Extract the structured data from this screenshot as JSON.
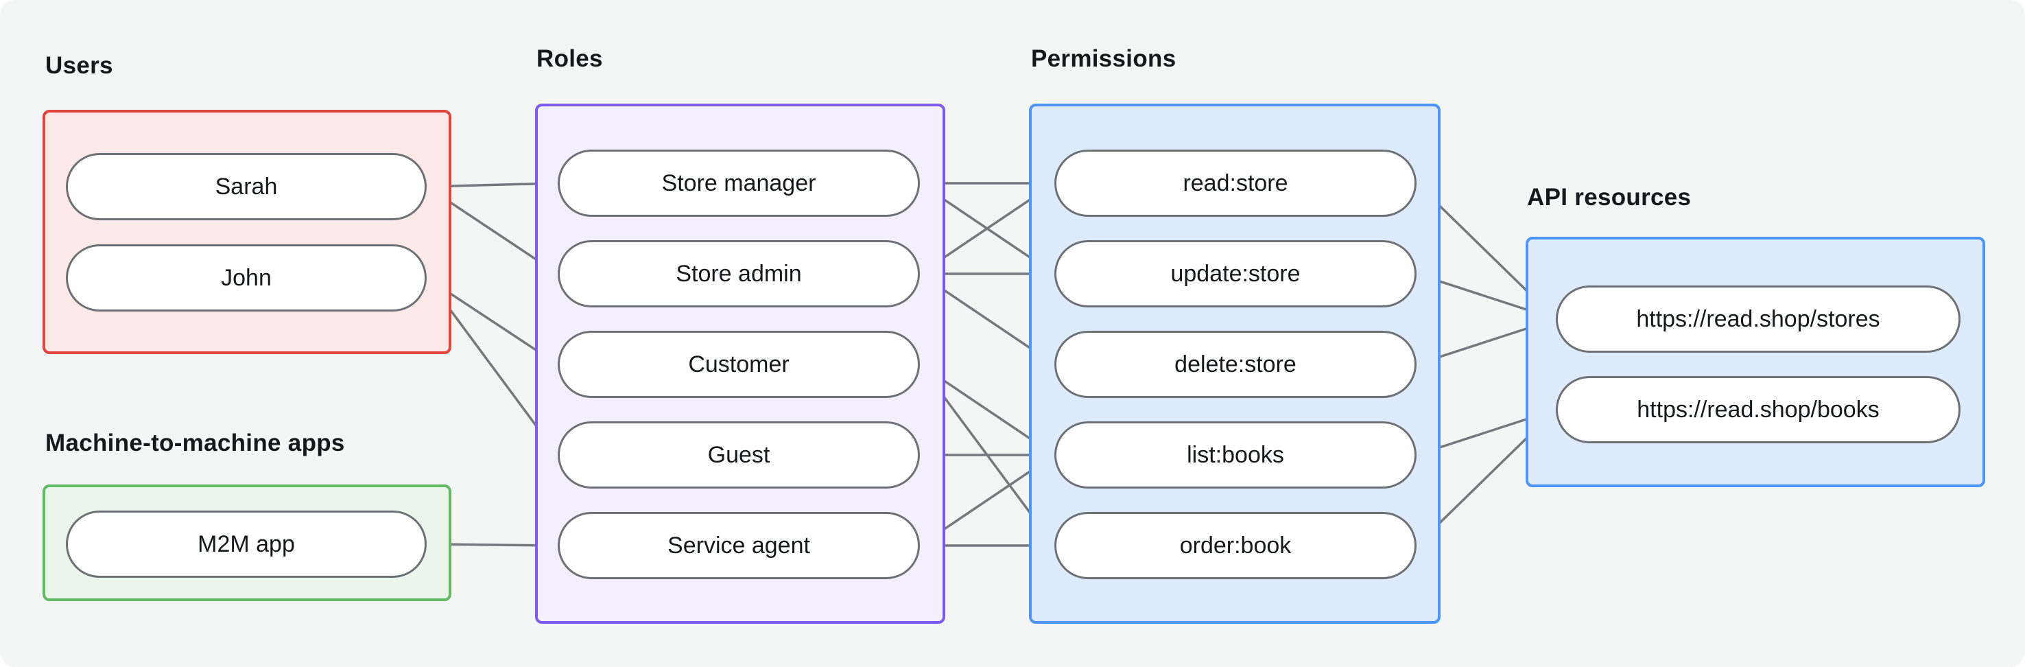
{
  "diagram": {
    "title_implied": "RBAC diagram",
    "sections": [
      {
        "id": "users",
        "title": "Users",
        "nodes": [
          {
            "id": "sarah",
            "label": "Sarah"
          },
          {
            "id": "john",
            "label": "John"
          }
        ]
      },
      {
        "id": "m2m",
        "title": "Machine-to-machine apps",
        "nodes": [
          {
            "id": "m2m_app",
            "label": "M2M app"
          }
        ]
      },
      {
        "id": "roles",
        "title": "Roles",
        "nodes": [
          {
            "id": "store_manager",
            "label": "Store manager"
          },
          {
            "id": "store_admin",
            "label": "Store admin"
          },
          {
            "id": "customer",
            "label": "Customer"
          },
          {
            "id": "guest",
            "label": "Guest"
          },
          {
            "id": "service_agent",
            "label": "Service agent"
          }
        ]
      },
      {
        "id": "permissions",
        "title": "Permissions",
        "nodes": [
          {
            "id": "read_store",
            "label": "read:store"
          },
          {
            "id": "update_store",
            "label": "update:store"
          },
          {
            "id": "delete_store",
            "label": "delete:store"
          },
          {
            "id": "list_books",
            "label": "list:books"
          },
          {
            "id": "order_book",
            "label": "order:book"
          }
        ]
      },
      {
        "id": "api",
        "title": "API resources",
        "nodes": [
          {
            "id": "stores_api",
            "label": "https://read.shop/stores"
          },
          {
            "id": "books_api",
            "label": "https://read.shop/books"
          }
        ]
      }
    ],
    "edges": [
      [
        "sarah",
        "store_manager"
      ],
      [
        "sarah",
        "store_admin"
      ],
      [
        "john",
        "customer"
      ],
      [
        "john",
        "guest"
      ],
      [
        "m2m_app",
        "service_agent"
      ],
      [
        "store_manager",
        "read_store"
      ],
      [
        "store_manager",
        "update_store"
      ],
      [
        "store_admin",
        "read_store"
      ],
      [
        "store_admin",
        "update_store"
      ],
      [
        "store_admin",
        "delete_store"
      ],
      [
        "customer",
        "list_books"
      ],
      [
        "customer",
        "order_book"
      ],
      [
        "guest",
        "list_books"
      ],
      [
        "service_agent",
        "list_books"
      ],
      [
        "service_agent",
        "order_book"
      ],
      [
        "read_store",
        "stores_api"
      ],
      [
        "update_store",
        "stores_api"
      ],
      [
        "delete_store",
        "stores_api"
      ],
      [
        "list_books",
        "books_api"
      ],
      [
        "order_book",
        "books_api"
      ]
    ],
    "colors": {
      "canvas_bg": "#f4f6f5",
      "users_border": "#e2453f",
      "users_fill": "#fdeae8",
      "m2m_border": "#62b966",
      "m2m_fill": "#eaf6e9",
      "roles_border": "#7b5bf0",
      "roles_fill": "#f3effc",
      "permissions_border": "#4f94f7",
      "permissions_fill": "#ddebfc",
      "api_border": "#4f94f7",
      "api_fill": "#ddebfc",
      "connector": "#75797d",
      "connector_dot": "#6b6f72",
      "pill_border": "#6d7175",
      "text": "#16191c"
    }
  }
}
